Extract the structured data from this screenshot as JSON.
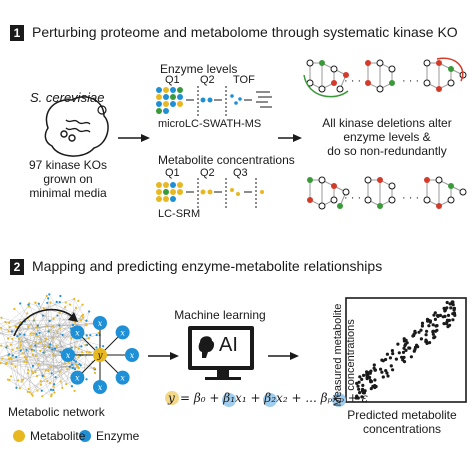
{
  "section1": {
    "number": "1",
    "title": "Perturbing proteome and metabolome through systematic kinase KO",
    "organism": "S. cerevisiae",
    "kos_line1": "97 kinase KOs",
    "kos_line2": "grown on",
    "kos_line3": "minimal media",
    "enzyme_title": "Enzyme levels",
    "enzyme_q1": "Q1",
    "enzyme_q2": "Q2",
    "enzyme_tof": "TOF",
    "enzyme_method": "microLC-SWATH-MS",
    "metab_title": "Metabolite concentrations",
    "metab_q1": "Q1",
    "metab_q2": "Q2",
    "metab_q3": "Q3",
    "metab_method": "LC-SRM",
    "result_line1": "All kinase deletions alter",
    "result_line2": "enzyme levels &",
    "result_line3": "do so non-redundantly",
    "ellipsis": "· · ·"
  },
  "section2": {
    "number": "2",
    "title": "Mapping and predicting enzyme-metabolite relationships",
    "center_node": "y",
    "beta_labels": [
      "x",
      "x",
      "x",
      "x",
      "x",
      "x",
      "x",
      "x"
    ],
    "machine_learning": "Machine learning",
    "ai_text": "AI",
    "equation_y": "y",
    "equation": "= β₀ + β₁x₁ + β₂x₂ + ... βₚxₚ + ε",
    "network_label": "Metabolic network",
    "legend_metabolite": "Metabolite",
    "legend_enzyme": "Enzyme",
    "y_axis_line1": "Measured metabolite",
    "y_axis_line2": "concentrations",
    "x_axis_line1": "Predicted metabolite",
    "x_axis_line2": "concentrations"
  },
  "colors": {
    "metabolite": "#e8b820",
    "enzyme": "#1f8fd6",
    "green": "#3a9a3a",
    "red": "#d23a2a",
    "dark": "#1a1a1a"
  }
}
